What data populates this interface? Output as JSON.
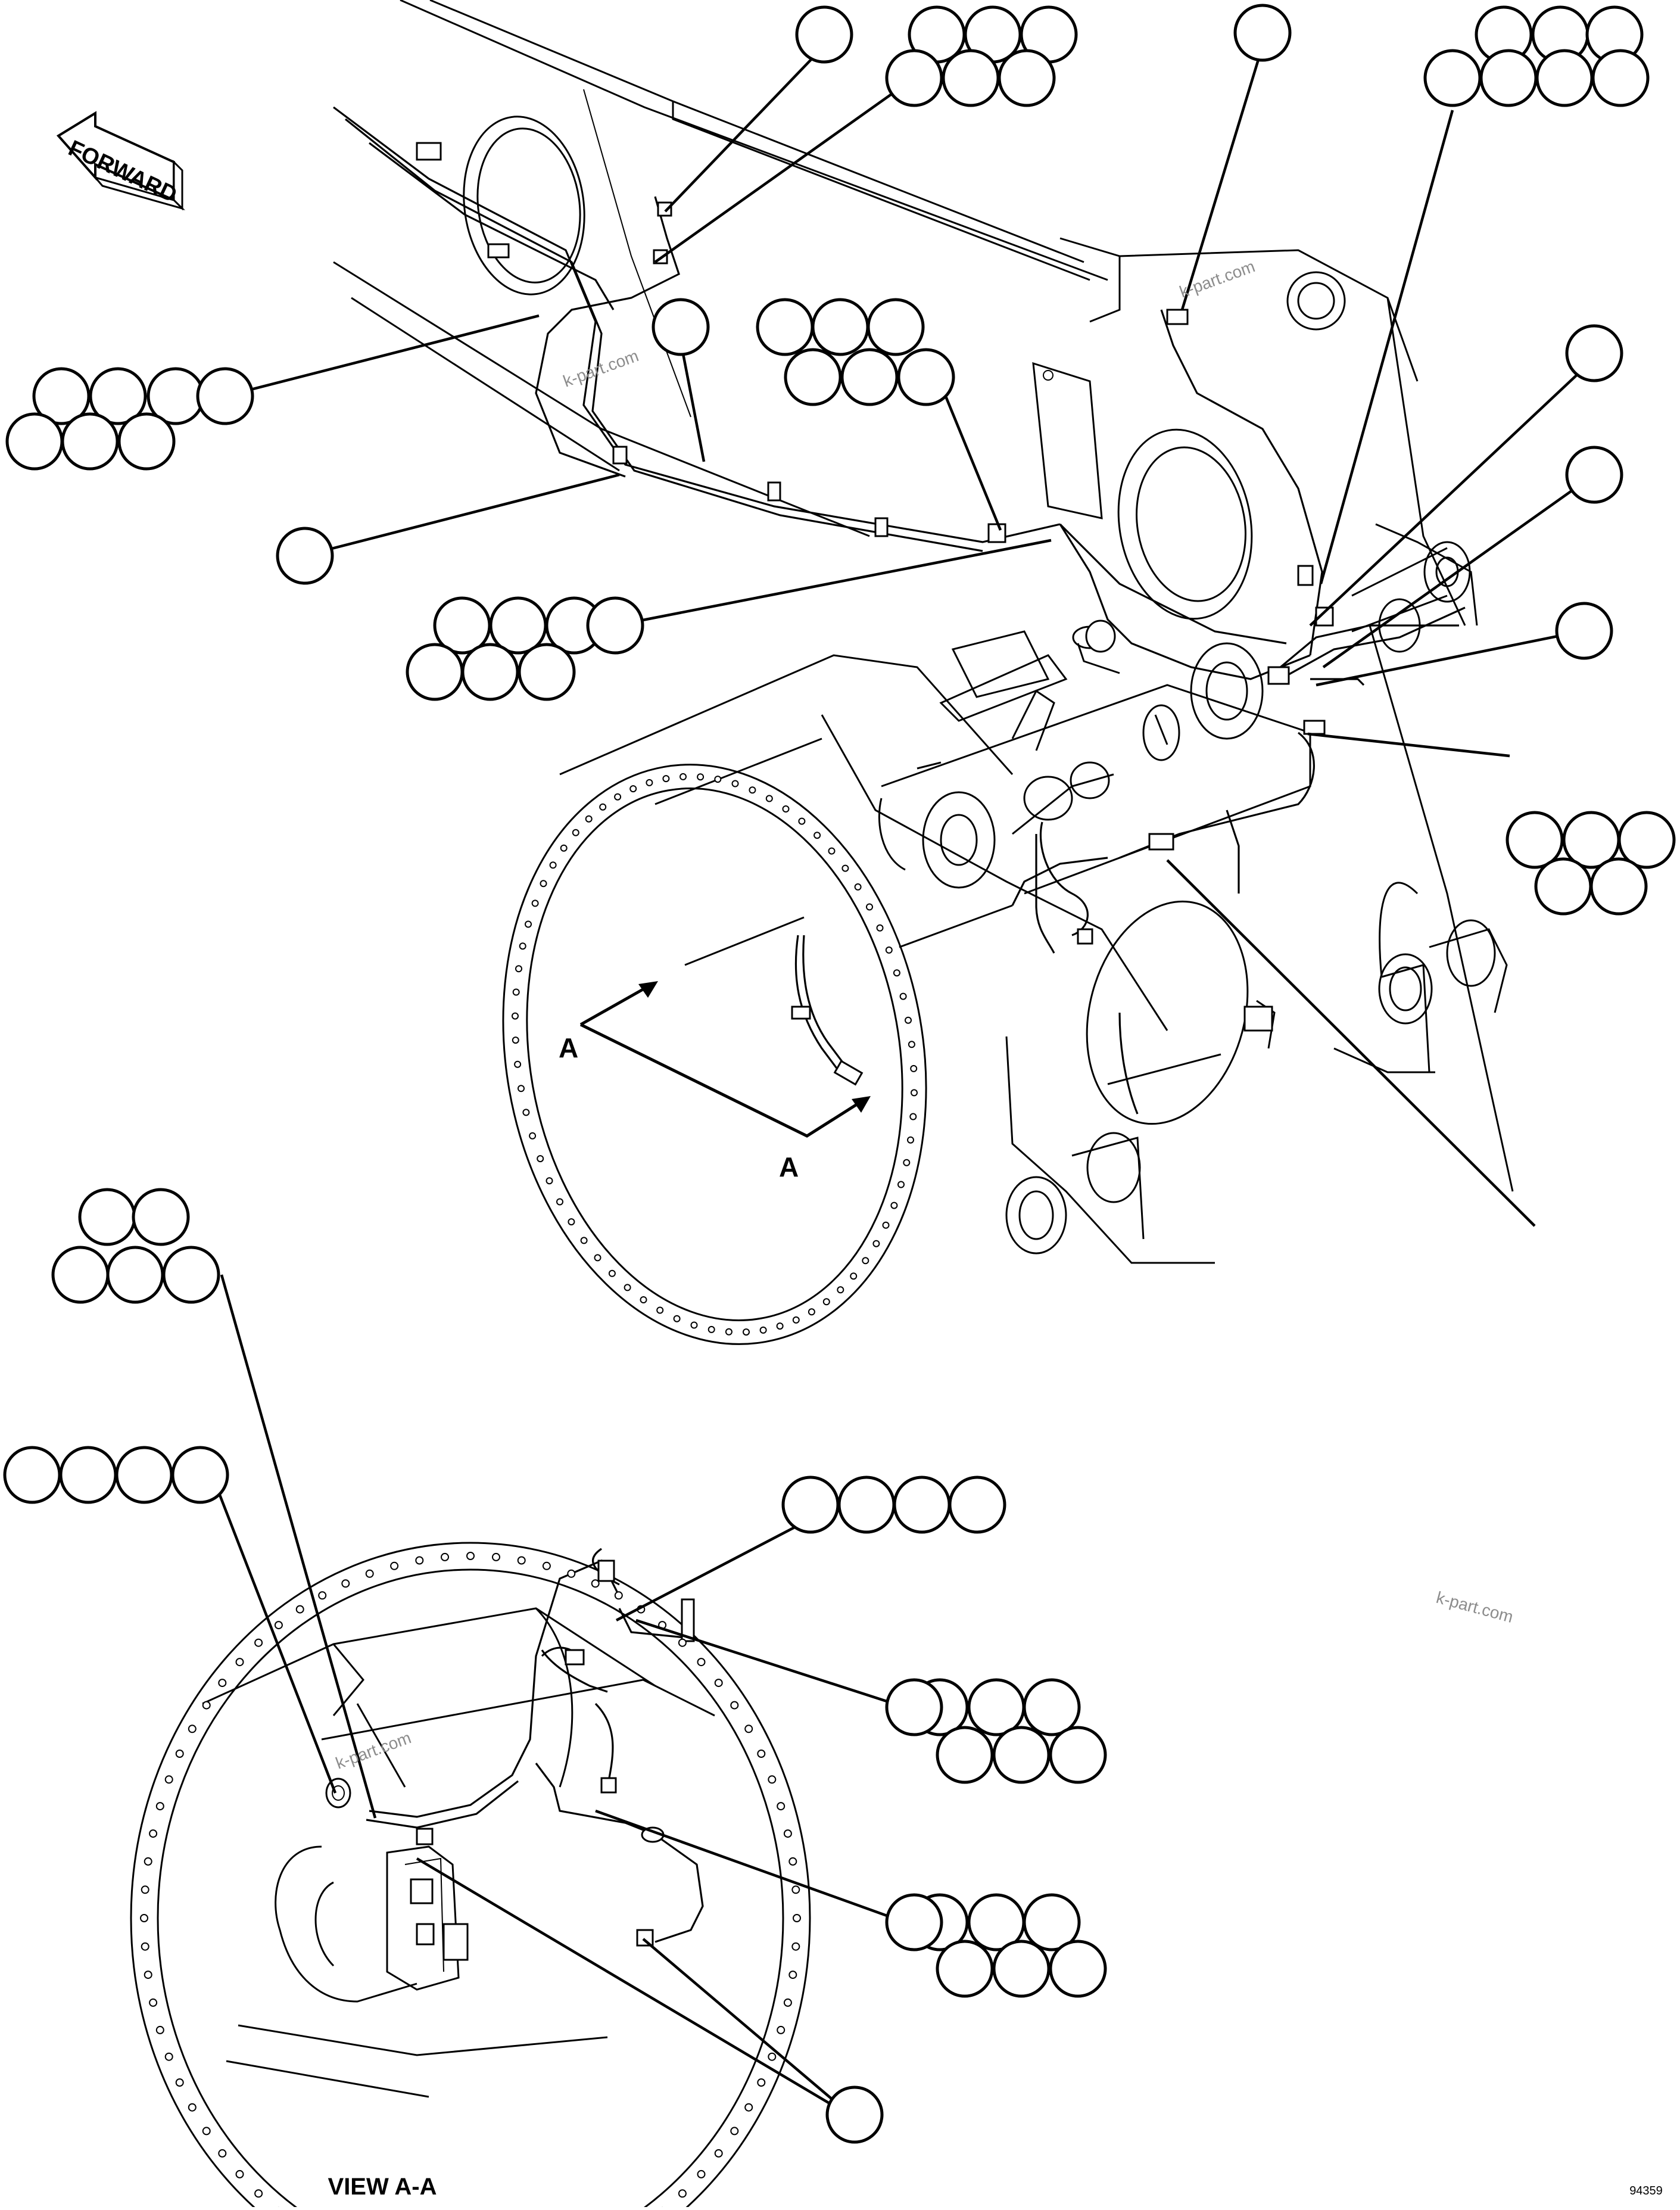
{
  "diagram": {
    "forward_label": "FORWARD",
    "section_marker_top": "A",
    "section_marker_bottom": "A",
    "view_label": "VIEW A-A",
    "figure_code": "94359",
    "watermarks": [
      "k-part.com",
      "k-part.com",
      "k-part.com",
      "k-part.com"
    ],
    "callouts": [
      {
        "id": "c01",
        "cells": 1
      },
      {
        "id": "c02",
        "cells": 6
      },
      {
        "id": "c03",
        "cells": 1
      },
      {
        "id": "c04",
        "cells": 7
      },
      {
        "id": "c05",
        "cells": 7
      },
      {
        "id": "c06",
        "cells": 1
      },
      {
        "id": "c07",
        "cells": 6
      },
      {
        "id": "c08",
        "cells": 1
      },
      {
        "id": "c09",
        "cells": 1
      },
      {
        "id": "c10",
        "cells": 7
      },
      {
        "id": "c11",
        "cells": 1
      },
      {
        "id": "c12",
        "cells": 5
      },
      {
        "id": "c13",
        "cells": 1
      },
      {
        "id": "c14",
        "cells": 5
      },
      {
        "id": "c15",
        "cells": 4
      },
      {
        "id": "c16",
        "cells": 4
      },
      {
        "id": "c17",
        "cells": 7
      },
      {
        "id": "c18",
        "cells": 7
      },
      {
        "id": "c19",
        "cells": 1
      }
    ]
  }
}
